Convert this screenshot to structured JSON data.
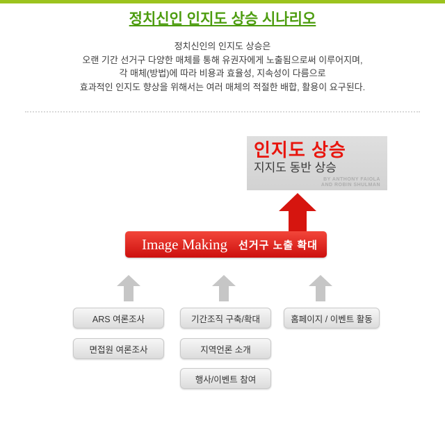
{
  "header": {
    "title": "정치신인 인지도 상승 시나리오",
    "description_lines": [
      "정치신인의 인지도 상승은",
      "오랜 기간 선거구 다양한 매체를 통해 유권자에게 노출됨으로써 이루어지며,",
      "각 매체(방법)에 따라 비용과 효율성, 지속성이 다름으로",
      "효과적인 인지도 향상을 위해서는 여러 매체의 적절한 배합, 활용이 요구된다."
    ]
  },
  "diagram": {
    "result_box": {
      "line1": "인지도 상승",
      "line2": "지지도 동반 상승",
      "byline_line1": "BY ANTHONY FAIOLA",
      "byline_line2": "AND ROBIN SHULMAN"
    },
    "main_bar": {
      "left_label": "Image Making",
      "right_label": "선거구 노출 확대"
    },
    "columns": [
      {
        "items": [
          "ARS 여론조사",
          "면접원 여론조사"
        ]
      },
      {
        "items": [
          "기간조직 구축/확대",
          "지역언론 소개",
          "행사/이벤트 참여"
        ]
      },
      {
        "items": [
          "홈페이지 / 이벤트 활동"
        ]
      }
    ]
  },
  "colors": {
    "top_bar_green": "#9cc31e",
    "title_green": "#4c9c0e",
    "accent_red": "#d6150f",
    "result_box_gray": "#d8d8d8",
    "item_box_gray": "#e6e6e6",
    "arrow_gray": "#c6c6c6"
  }
}
